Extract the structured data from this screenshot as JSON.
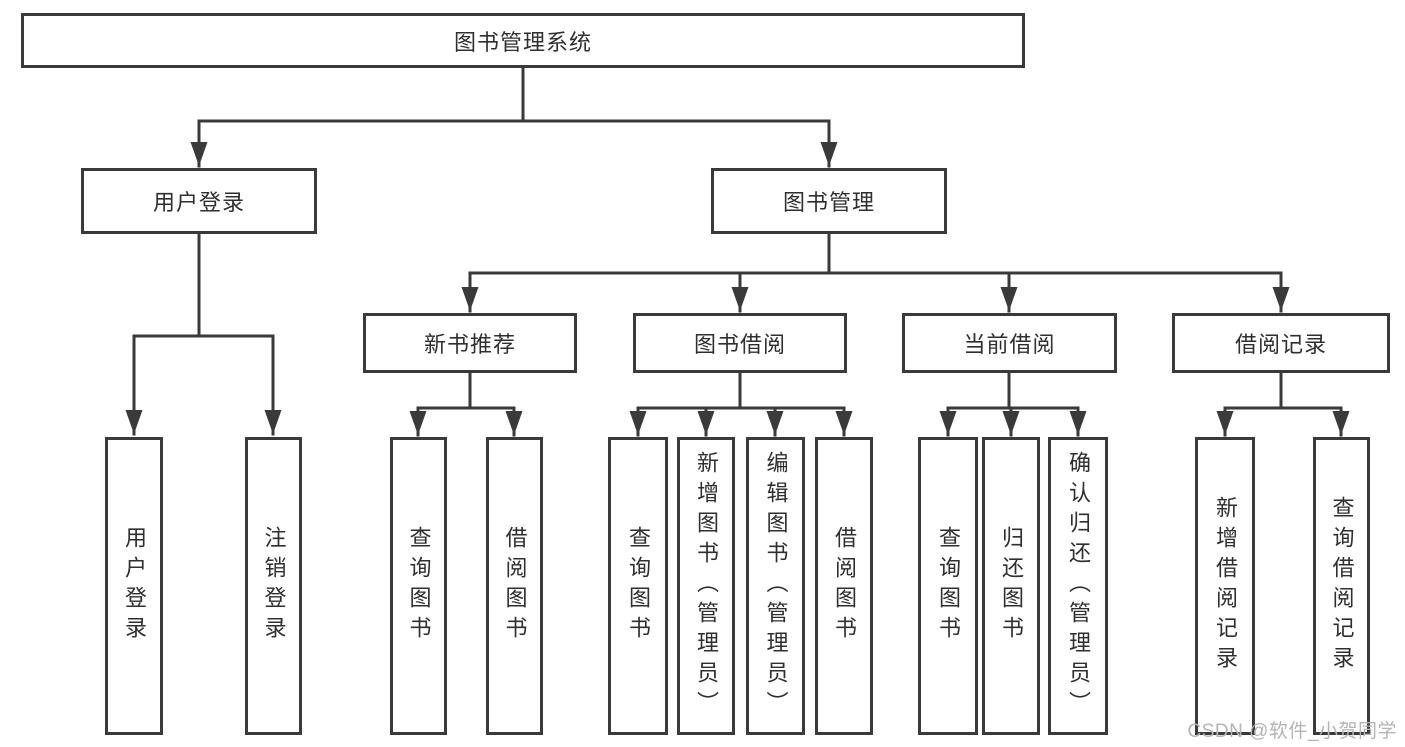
{
  "diagram_type": "functional-structure-tree",
  "tree": {
    "label": "图书管理系统",
    "children": [
      {
        "label": "用户登录",
        "children": [
          {
            "label": "用户登录"
          },
          {
            "label": "注销登录"
          }
        ]
      },
      {
        "label": "图书管理",
        "children": [
          {
            "label": "新书推荐",
            "children": [
              {
                "label": "查询图书"
              },
              {
                "label": "借阅图书"
              }
            ]
          },
          {
            "label": "图书借阅",
            "children": [
              {
                "label": "查询图书"
              },
              {
                "label": "新增图书（管理员）"
              },
              {
                "label": "编辑图书（管理员）"
              },
              {
                "label": "借阅图书"
              }
            ]
          },
          {
            "label": "当前借阅",
            "children": [
              {
                "label": "查询图书"
              },
              {
                "label": "归还图书"
              },
              {
                "label": "确认归还（管理员）"
              }
            ]
          },
          {
            "label": "借阅记录",
            "children": [
              {
                "label": "新增借阅记录"
              },
              {
                "label": "查询借阅记录"
              }
            ]
          }
        ]
      }
    ]
  },
  "watermark": {
    "text": "CSDN @软件_小贺同学"
  },
  "colors": {
    "line": "#3a3a3a",
    "box_border": "#3a3a3a",
    "box_background": "#ffffff",
    "text": "#2f2f2f",
    "watermark": "#b5b5b5",
    "page_background": "#ffffff"
  }
}
